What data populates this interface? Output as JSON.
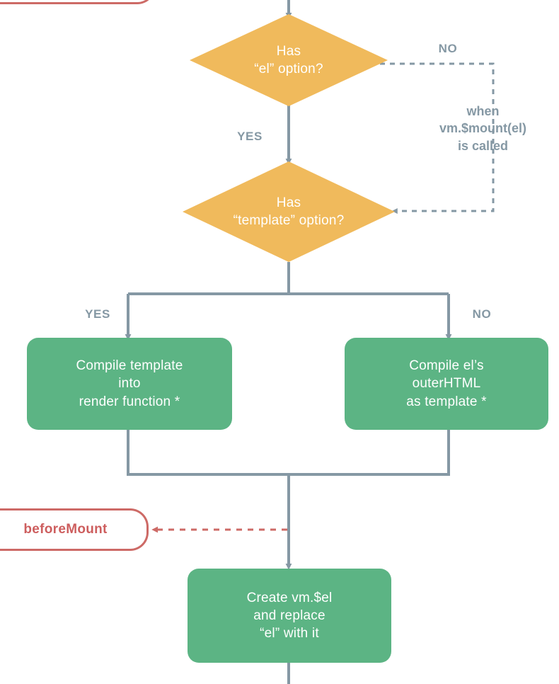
{
  "diagram": {
    "title": "Vue instance mounting flow",
    "colors": {
      "decision_fill": "#F0BA5C",
      "process_fill": "#5CB484",
      "hook_stroke": "#CD6A66",
      "hook_text": "#CD5E5E",
      "connector": "#8598A4",
      "label_text": "#8598A4",
      "node_text": "#FFFFFF"
    },
    "nodes": {
      "hook_top": {
        "label": "",
        "type": "lifecycle-hook"
      },
      "decision_el": {
        "label": "Has\n“el” option?",
        "type": "decision"
      },
      "decision_template": {
        "label": "Has\n“template” option?",
        "type": "decision"
      },
      "compile_template": {
        "label": "Compile template\ninto\nrender function *",
        "type": "process"
      },
      "compile_outerhtml": {
        "label": "Compile el’s\nouterHTML\nas template *",
        "type": "process"
      },
      "hook_before_mount": {
        "label": "beforeMount",
        "type": "lifecycle-hook"
      },
      "create_el": {
        "label": "Create vm.$el\nand replace\n“el” with it",
        "type": "process"
      }
    },
    "edge_labels": {
      "el_no": "NO",
      "el_yes": "YES",
      "template_yes": "YES",
      "template_no": "NO"
    },
    "notes": {
      "mount_note": "when\nvm.$mount(el)\nis called"
    }
  }
}
